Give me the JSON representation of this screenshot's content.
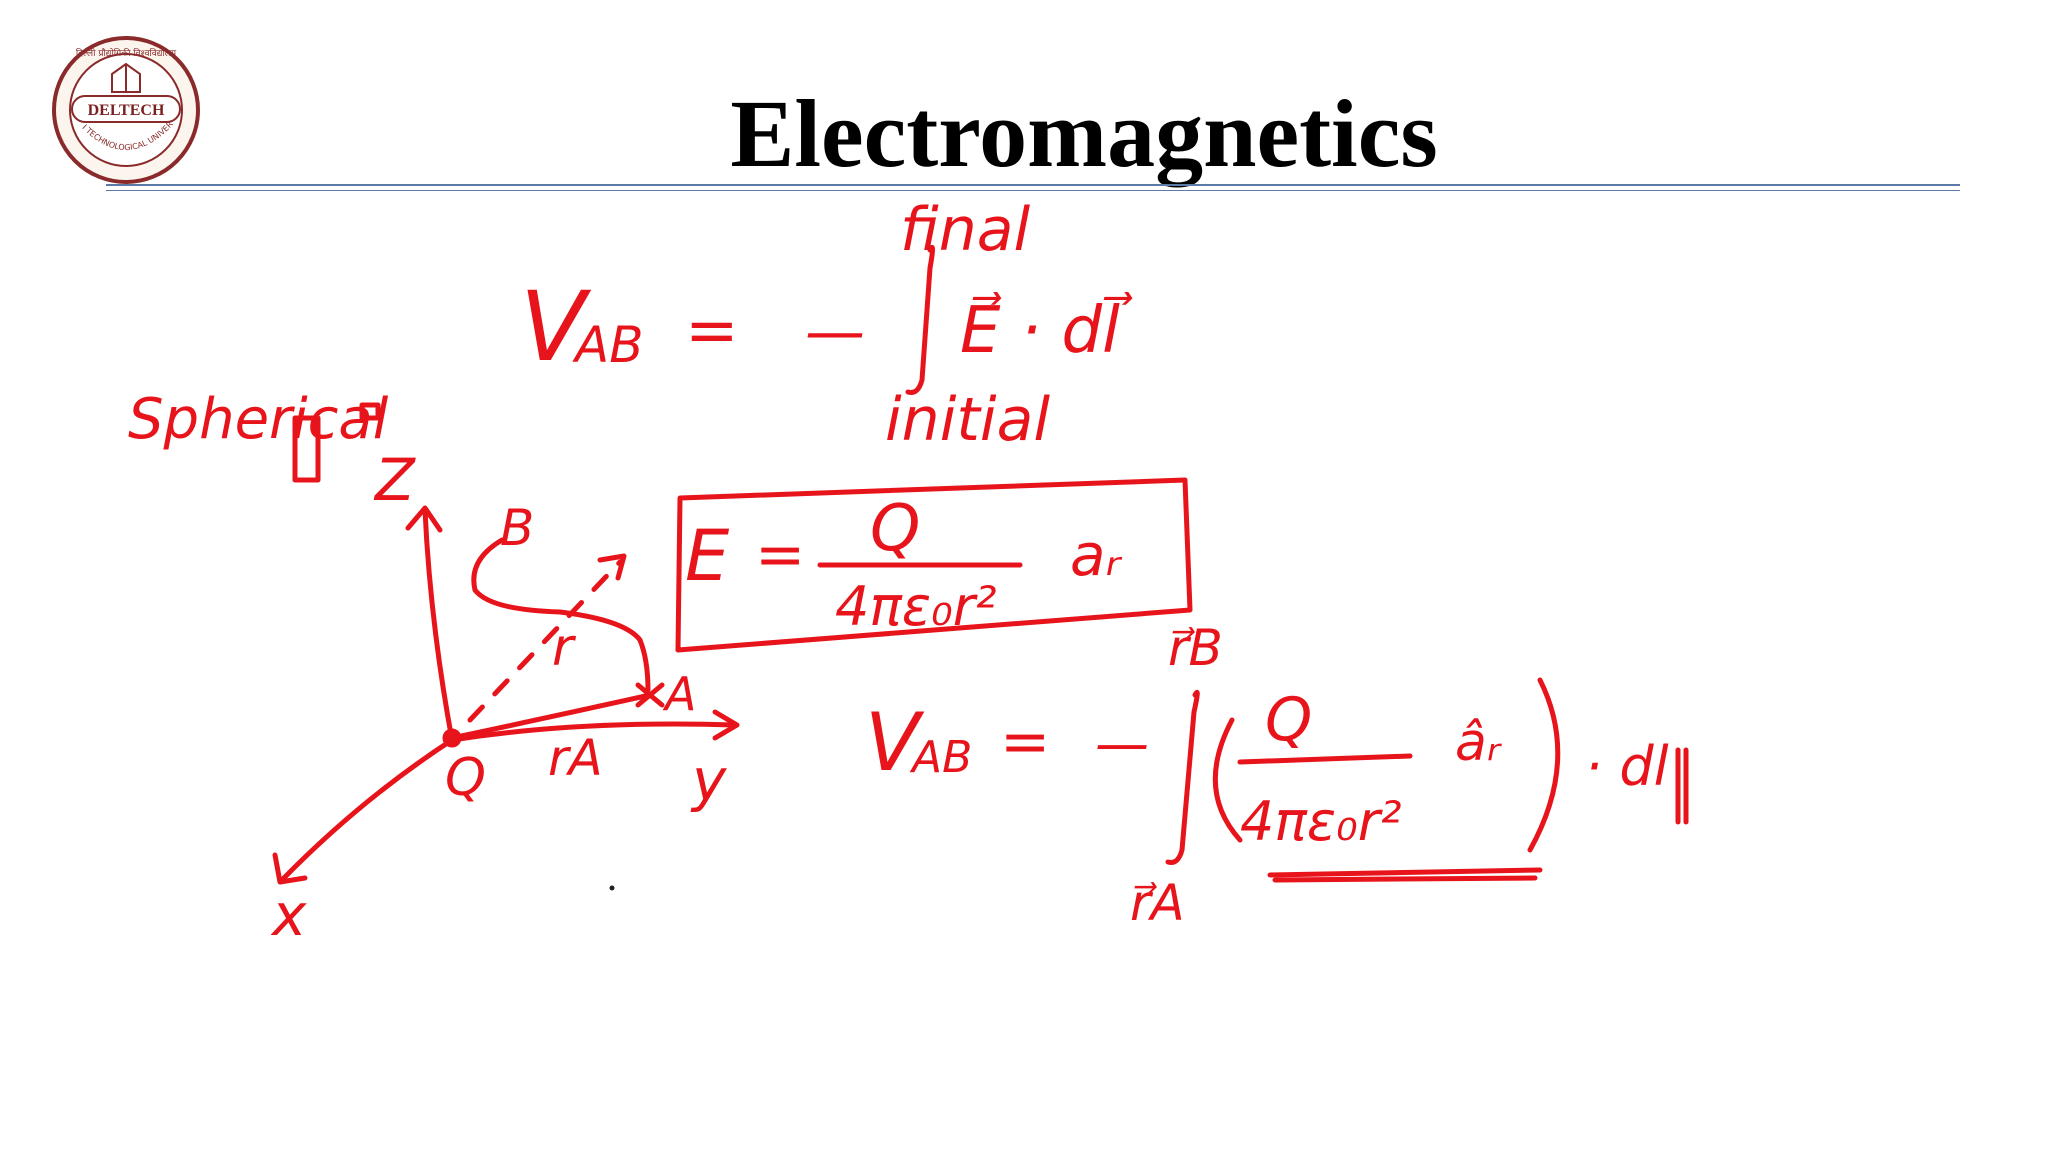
{
  "slide": {
    "title": "Electromagnetics"
  },
  "logo": {
    "text": "DELTECH",
    "ring_text": "DELHI TECHNOLOGICAL UNIVERSITY",
    "hindi_text": "दिल्ली प्रौद्योगिकी विश्वविद्यालय"
  },
  "colors": {
    "ink": "#e8141b",
    "rule": "#5b7aa8",
    "logo_ring": "#8a2a2a",
    "title": "#000000"
  },
  "handwriting": {
    "label_spherical": "Spherical",
    "integral_upper": "final",
    "integral_lower": "initial",
    "v_symbol": "V",
    "v_subscript": "AB",
    "equals": "=",
    "minus": "—",
    "integrand_1": "E⃗ · dl⃗",
    "field_lhs": "E",
    "field_numerator": "Q",
    "field_denominator": "4πε₀r²",
    "field_unit_vector": "aᵣ",
    "axis_z": "Z",
    "axis_y": "y",
    "axis_x": "x",
    "point_b": "B",
    "point_a": "A",
    "charge": "Q",
    "radius": "r",
    "radius_a": "rA",
    "limit_upper": "r⃗B",
    "limit_lower": "r⃗A",
    "integrand_numerator": "Q",
    "integrand_denominator": "4πε₀r²",
    "integrand_unit_vector": "âᵣ",
    "integrand_dl": "· dl"
  }
}
